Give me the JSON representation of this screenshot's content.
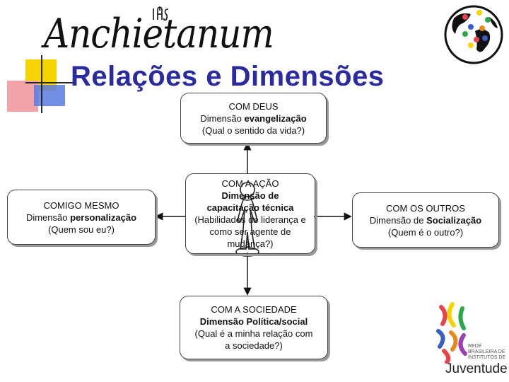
{
  "slide": {
    "title": "Relações e Dimensões",
    "logo_text": "Anchietanum"
  },
  "boxes": {
    "god": {
      "heading": "COM DEUS",
      "line1_prefix": "Dimensão ",
      "line1_bold": "evangelização",
      "line2": "(Qual o sentido da vida?)"
    },
    "self": {
      "heading": "COMIGO MESMO",
      "line1_prefix": "Dimensão ",
      "line1_bold": "personalização",
      "line2": "(Quem sou eu?)"
    },
    "action": {
      "heading": "COM A AÇÃO",
      "line1": "Dimensão de",
      "line2": "capacitação técnica",
      "line3": "(Habilidades de liderança e",
      "line4": "como ser agente de",
      "line5": "mudança?)"
    },
    "others": {
      "heading": "COM OS OUTROS",
      "line1_prefix": "Dimensão de ",
      "line1_bold": "Socialização",
      "line2": "(Quem é o outro?)"
    },
    "society": {
      "heading": "COM A SOCIEDADE",
      "line1": "Dimensão Política/social",
      "line2": "(Qual é a minha relação com",
      "line3": "a sociedade?)"
    }
  },
  "rede_logo": {
    "line1": "REDE",
    "line2": "BRASILEIRA DE",
    "line3": "INSTITUTOS DE",
    "word": "Juventude"
  },
  "colors": {
    "title": "#2b2ba0",
    "accent_yellow": "#f6d400",
    "accent_red": "#e8434a",
    "accent_blue": "#3a5ec8"
  }
}
